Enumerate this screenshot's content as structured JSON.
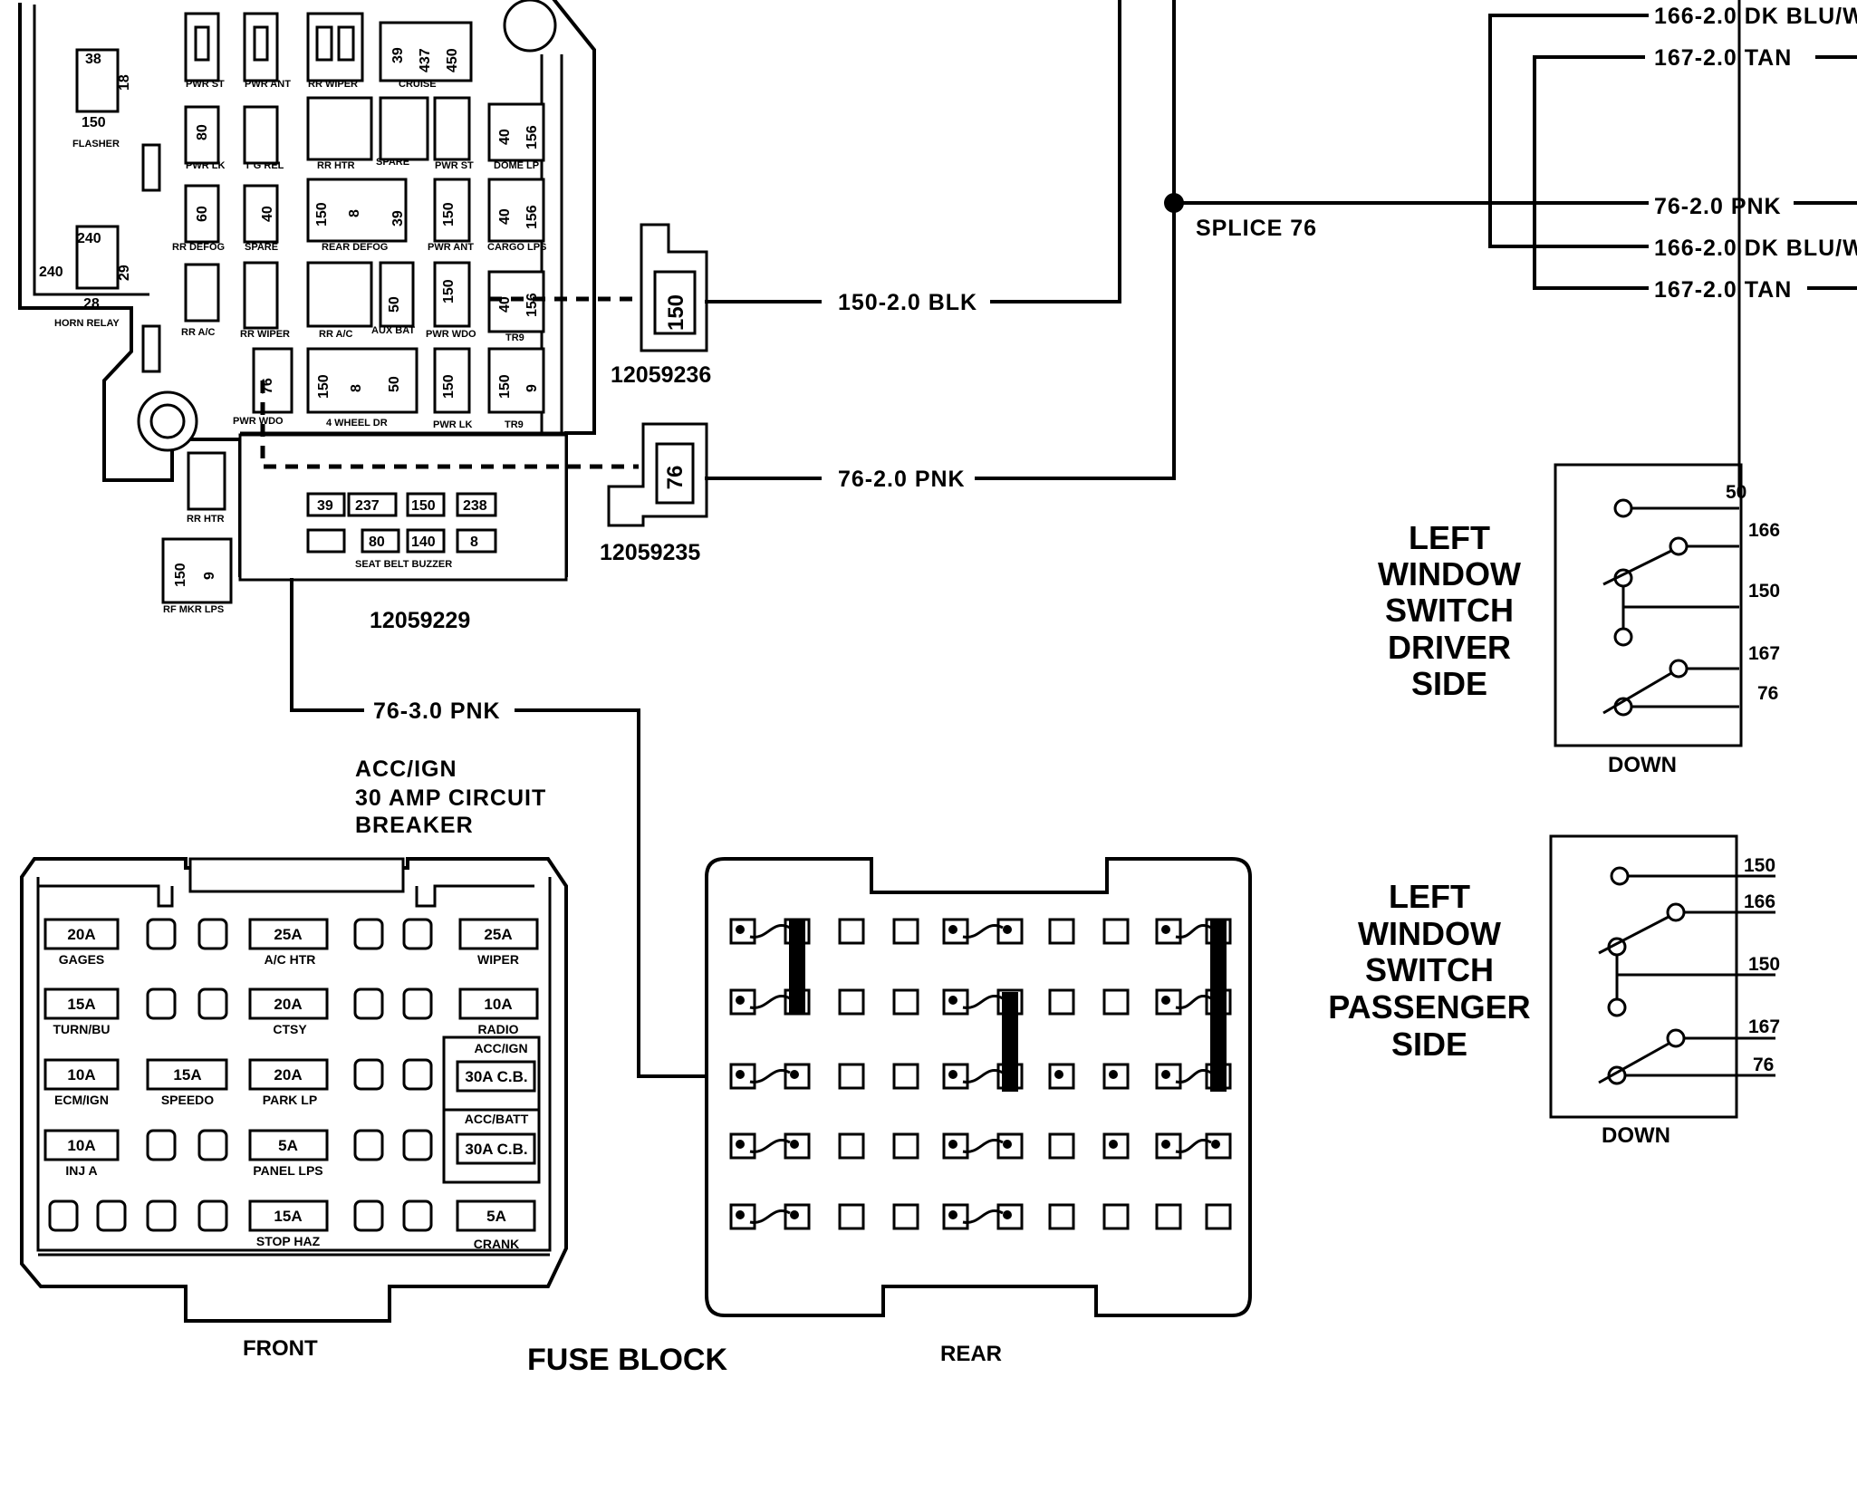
{
  "wires": {
    "top_166": "166-2.0 DK BLU/W",
    "top_167": "167-2.0 TAN",
    "pnk_76": "76-2.0 PNK",
    "mid_166": "166-2.0 DK BLU/W",
    "mid_167": "167-2.0 TAN",
    "blk_150": "150-2.0 BLK",
    "pnk_76_conn": "76-2.0 PNK",
    "pnk_76_3": "76-3.0 PNK"
  },
  "splice": "SPLICE 76",
  "connectors": {
    "c1_pin": "150",
    "c1_part": "12059236",
    "c2_pin": "76",
    "c2_part": "12059235",
    "relay_part": "12059229"
  },
  "relay_panel": {
    "labels": [
      "PWR ST",
      "PWR ANT",
      "RR WIPER",
      "CRUISE",
      "FLASHER",
      "PWR LK",
      "T G REL",
      "RR HTR",
      "SPARE",
      "PWR ST",
      "DOME LP",
      "RR DEFOG",
      "SPARE",
      "REAR DEFOG",
      "PWR ANT",
      "CARGO LPS",
      "HORN RELAY",
      "RR A/C",
      "RR WIPER",
      "RR A/C",
      "AUX BAT",
      "PWR WDO",
      "TR9",
      "PWR WDO",
      "4 WHEEL DR",
      "PWR LK",
      "TR9",
      "RR HTR",
      "RF MKR LPS",
      "SEAT BELT BUZZER"
    ],
    "nums": [
      "38",
      "18",
      "150",
      "39",
      "437",
      "450",
      "80",
      "240",
      "29",
      "28",
      "240",
      "60",
      "40",
      "150",
      "8",
      "39",
      "150",
      "40",
      "156",
      "40",
      "156",
      "40",
      "156",
      "50",
      "150",
      "76",
      "150",
      "8",
      "50",
      "150",
      "150",
      "9",
      "150",
      "9",
      "39",
      "237",
      "150",
      "238",
      "80",
      "140",
      "8"
    ]
  },
  "breaker_note": [
    "ACC/IGN",
    "30 AMP CIRCUIT",
    "BREAKER"
  ],
  "fuse_block": {
    "front": "FRONT",
    "title": "FUSE BLOCK",
    "rear": "REAR",
    "fuses": [
      {
        "amp": "20A",
        "label": "GAGES"
      },
      {
        "amp": "25A",
        "label": "A/C HTR"
      },
      {
        "amp": "25A",
        "label": "WIPER"
      },
      {
        "amp": "15A",
        "label": "TURN/BU"
      },
      {
        "amp": "20A",
        "label": "CTSY"
      },
      {
        "amp": "10A",
        "label": "RADIO"
      },
      {
        "amp": "10A",
        "label": "ECM/IGN"
      },
      {
        "amp": "15A",
        "label": "SPEEDO"
      },
      {
        "amp": "20A",
        "label": "PARK LP"
      },
      {
        "amp": "30A C.B.",
        "label": "ACC/IGN"
      },
      {
        "amp": "10A",
        "label": "INJ A"
      },
      {
        "amp": "5A",
        "label": "PANEL LPS"
      },
      {
        "amp": "30A C.B.",
        "label": "ACC/BATT"
      },
      {
        "amp": "15A",
        "label": "STOP HAZ"
      },
      {
        "amp": "5A",
        "label": "CRANK"
      }
    ]
  },
  "switch_driver": {
    "title": [
      "LEFT",
      "WINDOW",
      "SWITCH",
      "DRIVER",
      "SIDE"
    ],
    "pins": [
      "50",
      "166",
      "150",
      "167",
      "76"
    ],
    "down": "DOWN"
  },
  "switch_passenger": {
    "title": [
      "LEFT",
      "WINDOW",
      "SWITCH",
      "PASSENGER",
      "SIDE"
    ],
    "pins": [
      "150",
      "166",
      "150",
      "167",
      "76"
    ],
    "down": "DOWN"
  }
}
